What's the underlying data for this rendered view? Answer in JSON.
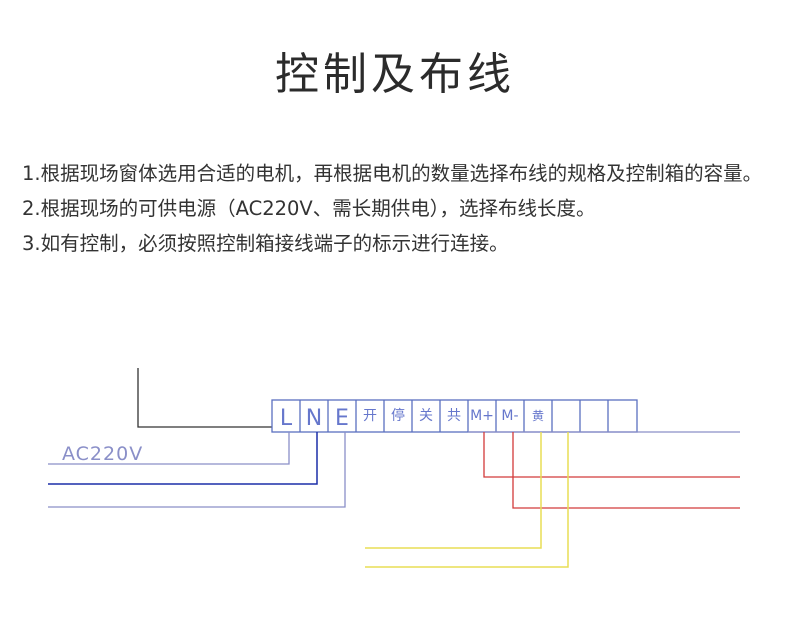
{
  "title": "控制及布线",
  "instructions": [
    "1.根据现场窗体选用合适的电机，再根据电机的数量选择布线的规格及控制箱的容量。",
    "2.根据现场的可供电源（AC220V、需长期供电），选择布线长度。",
    "3.如有控制，必须按照控制箱接线端子的标示进行连接。"
  ],
  "diagram": {
    "power_label": "AC220V",
    "terminals": [
      {
        "label": "L"
      },
      {
        "label": "N"
      },
      {
        "label": "E"
      },
      {
        "label": "开"
      },
      {
        "label": "停"
      },
      {
        "label": "关"
      },
      {
        "label": "共"
      },
      {
        "label": "M+"
      },
      {
        "label": "M-"
      },
      {
        "label": "黄"
      },
      {
        "label": ""
      },
      {
        "label": ""
      },
      {
        "label": ""
      }
    ],
    "wire_colors": {
      "terminal_box": "#5a6fc0",
      "gray_wire": "#8a8fc8",
      "blue_wire": "#1b2fa8",
      "red_wire": "#d23a3a",
      "yellow_wire": "#e8dd55",
      "black_wire": "#333333"
    }
  }
}
